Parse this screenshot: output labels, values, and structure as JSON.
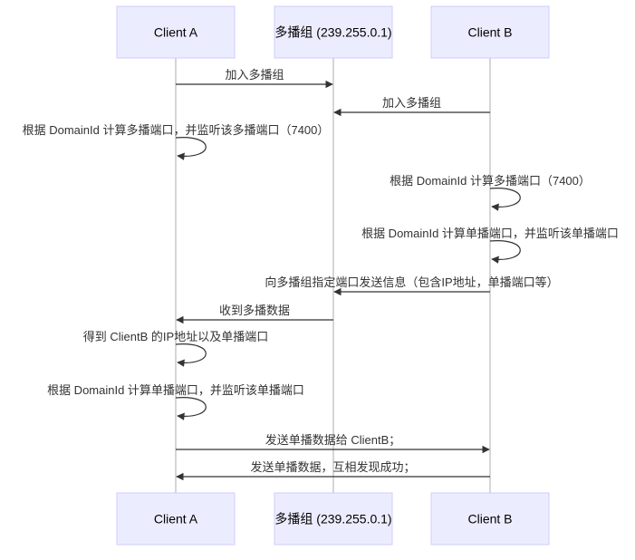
{
  "participants": [
    {
      "id": "A",
      "label": "Client A"
    },
    {
      "id": "M",
      "label": "多播组 (239.255.0.1)"
    },
    {
      "id": "B",
      "label": "Client B"
    }
  ],
  "messages": [
    {
      "from": "A",
      "to": "M",
      "text": "加入多播组"
    },
    {
      "from": "B",
      "to": "M",
      "text": "加入多播组"
    },
    {
      "from": "A",
      "to": "A",
      "text": "根据 DomainId 计算多播端口，并监听该多播端口（7400）"
    },
    {
      "from": "B",
      "to": "B",
      "text": "根据 DomainId 计算多播端口（7400）"
    },
    {
      "from": "B",
      "to": "B",
      "text": "根据 DomainId 计算单播端口，并监听该单播端口"
    },
    {
      "from": "B",
      "to": "M",
      "text": "向多播组指定端口发送信息（包含IP地址，单播端口等）"
    },
    {
      "from": "M",
      "to": "A",
      "text": "收到多播数据"
    },
    {
      "from": "A",
      "to": "A",
      "text": "得到 ClientB 的IP地址以及单播端口"
    },
    {
      "from": "A",
      "to": "A",
      "text": "根据 DomainId 计算单播端口，并监听该单播端口"
    },
    {
      "from": "A",
      "to": "B",
      "text": "发送单播数据给 ClientB；"
    },
    {
      "from": "B",
      "to": "A",
      "text": "发送单播数据，互相发现成功；"
    }
  ]
}
